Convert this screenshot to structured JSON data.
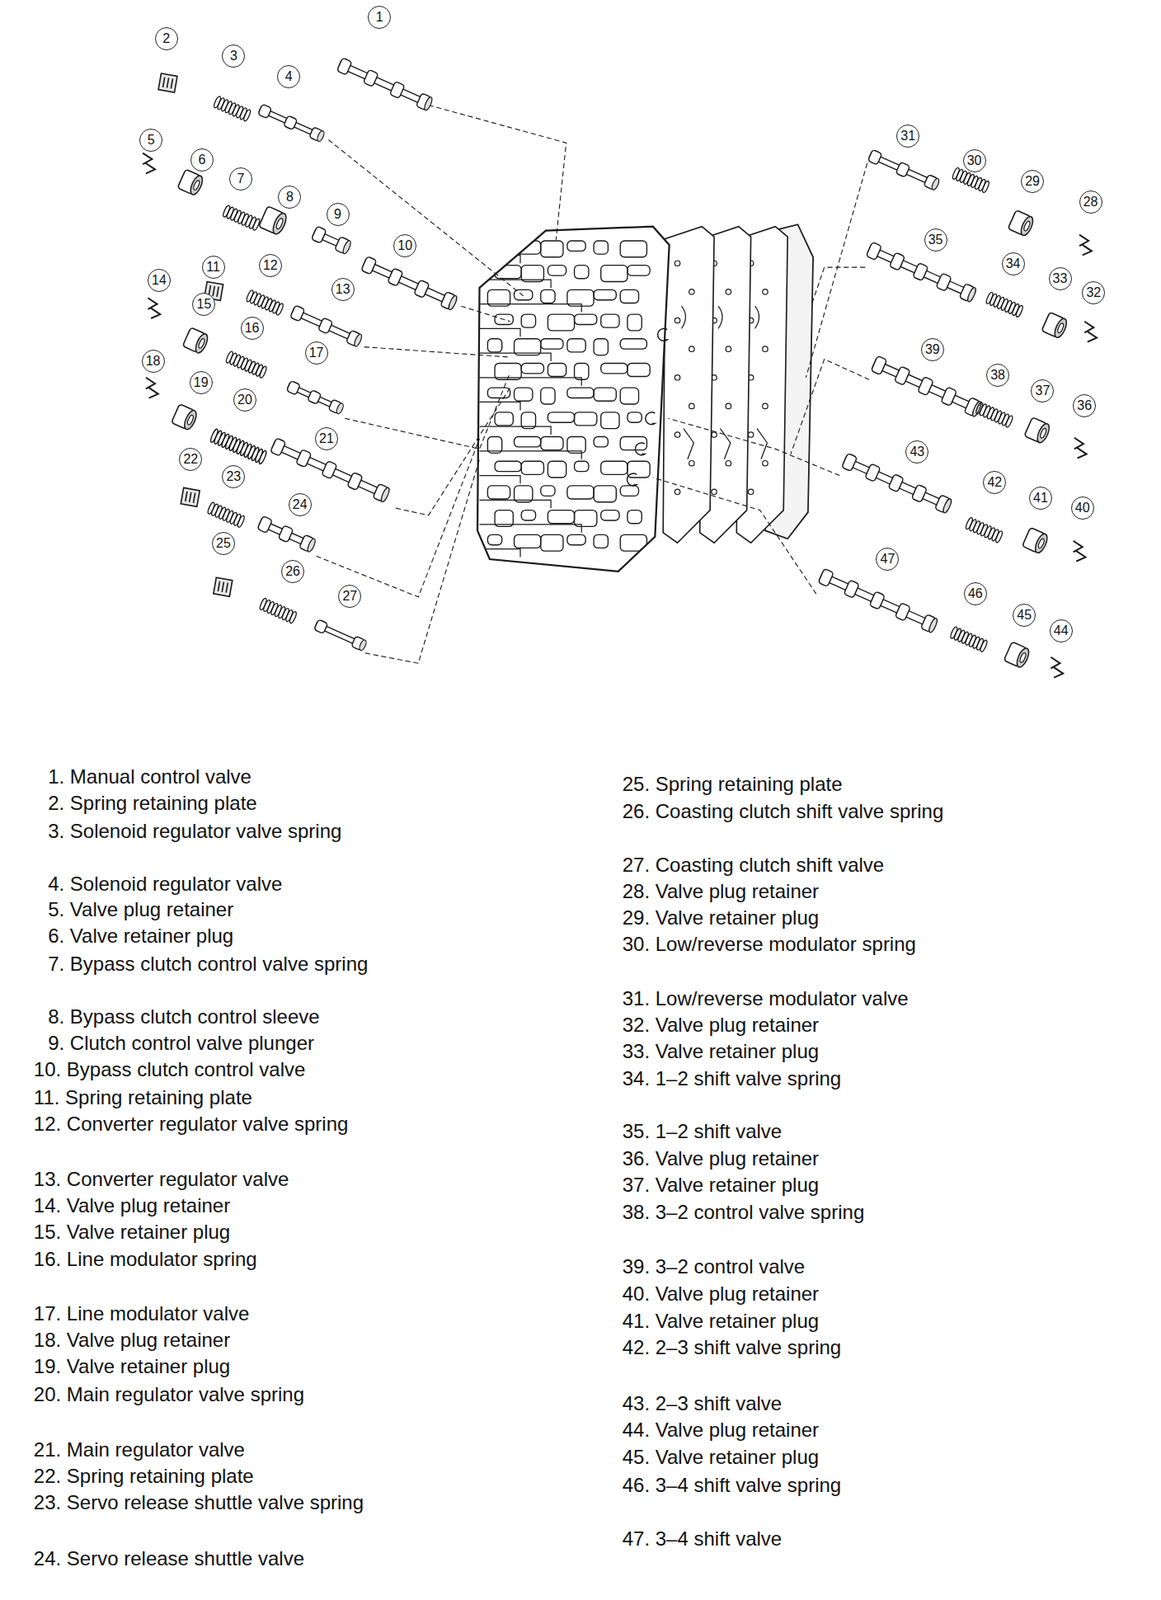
{
  "diagram": {
    "nodes": [
      {
        "text": [
          "1"
        ]
      },
      {
        "text": [
          "2"
        ]
      },
      {
        "text": [
          "3"
        ]
      },
      {
        "text": [
          "4"
        ]
      },
      {
        "text": [
          "5"
        ]
      },
      {
        "text": [
          "6"
        ]
      },
      {
        "text": [
          "7"
        ]
      },
      {
        "text": [
          "8"
        ]
      },
      {
        "text": [
          "9"
        ]
      },
      {
        "text": [
          "10"
        ]
      },
      {
        "text": [
          "11"
        ]
      },
      {
        "text": [
          "12"
        ]
      },
      {
        "text": [
          "13"
        ]
      },
      {
        "text": [
          "14"
        ]
      },
      {
        "text": [
          "15"
        ]
      },
      {
        "text": [
          "16"
        ]
      },
      {
        "text": [
          "17"
        ]
      },
      {
        "text": [
          "18"
        ]
      },
      {
        "text": [
          "19"
        ]
      },
      {
        "text": [
          "20"
        ]
      },
      {
        "text": [
          "21"
        ]
      },
      {
        "text": [
          "22"
        ]
      },
      {
        "text": [
          "23"
        ]
      },
      {
        "text": [
          "24"
        ]
      },
      {
        "text": [
          "25"
        ]
      },
      {
        "text": [
          "26"
        ]
      },
      {
        "text": [
          "27"
        ]
      },
      {
        "text": [
          "28"
        ]
      },
      {
        "text": [
          "29"
        ]
      },
      {
        "text": [
          "30"
        ]
      },
      {
        "text": [
          "31"
        ]
      },
      {
        "text": [
          "32"
        ]
      },
      {
        "text": [
          "33"
        ]
      },
      {
        "text": [
          "34"
        ]
      },
      {
        "text": [
          "35"
        ]
      },
      {
        "text": [
          "36"
        ]
      },
      {
        "text": [
          "37"
        ]
      },
      {
        "text": [
          "38"
        ]
      },
      {
        "text": [
          "39"
        ]
      },
      {
        "text": [
          "40"
        ]
      },
      {
        "text": [
          "41"
        ]
      },
      {
        "text": [
          "42"
        ]
      },
      {
        "text": [
          "43"
        ]
      },
      {
        "text": [
          "44"
        ]
      },
      {
        "text": [
          "45"
        ]
      },
      {
        "text": [
          "46"
        ]
      },
      {
        "text": [
          "47"
        ]
      }
    ],
    "labels": [
      "1. Manual control valve",
      "2. Spring retaining plate",
      "3. Solenoid regulator valve spring",
      "4. Solenoid regulator valve",
      "5. Valve plug retainer",
      "6. Valve retainer plug",
      "7. Bypass clutch control valve spring",
      "8. Bypass clutch control sleeve",
      "9. Clutch control valve plunger",
      "10. Bypass clutch control valve",
      "11. Spring retaining plate",
      "12. Converter regulator valve spring",
      "13. Converter regulator valve",
      "14. Valve plug retainer",
      "15. Valve retainer plug",
      "16. Line modulator spring",
      "17. Line modulator valve",
      "18. Valve plug retainer",
      "19. Valve retainer plug",
      "20. Main regulator valve spring",
      "21. Main regulator valve",
      "22. Spring retaining plate",
      "23. Servo release shuttle valve spring",
      "24. Servo release shuttle valve",
      "25. Spring retaining plate",
      "26. Coasting clutch shift valve spring",
      "27. Coasting clutch shift valve",
      "28. Valve plug retainer",
      "29. Valve retainer plug",
      "30. Low/reverse modulator spring",
      "31. Low/reverse modulator valve",
      "32. Valve plug retainer",
      "33. Valve retainer plug",
      "34. 1–2 shift valve spring",
      "35. 1–2 shift valve",
      "36. Valve plug retainer",
      "37. Valve retainer plug",
      "38. 3–2 control valve spring",
      "39. 3–2 control valve",
      "40. Valve plug retainer",
      "41. Valve retainer plug",
      "42. 2–3 shift valve spring",
      "43. 2–3 shift valve",
      "44. Valve plug retainer",
      "45. Valve retainer plug",
      "46. 3–4 shift valve spring",
      "47. 3–4 shift valve"
    ]
  }
}
